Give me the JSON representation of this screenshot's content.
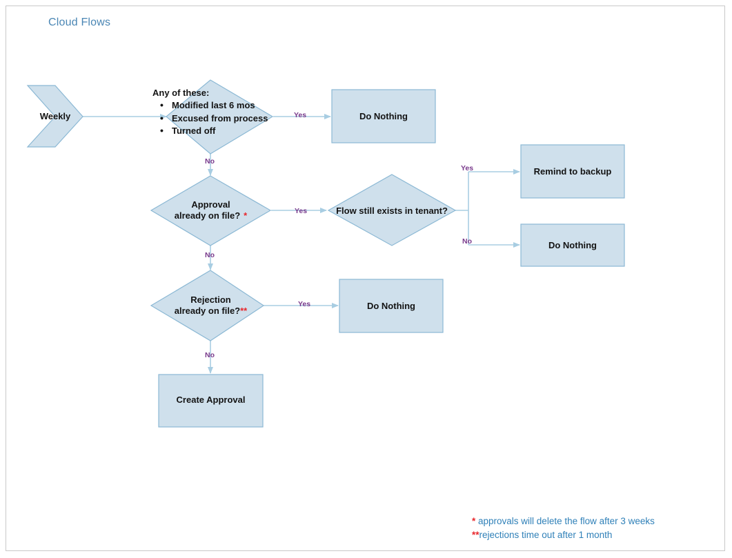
{
  "title": "Cloud Flows",
  "colors": {
    "shape_fill": "#cfe0ec",
    "shape_stroke": "#8bb8d4",
    "connector": "#a8cde2",
    "edge_label": "#7a3a8c",
    "title": "#4a86b4",
    "asterisk": "#e8272c",
    "footnote": "#2f80b8",
    "page_border": "#c8c8c8",
    "node_text": "#131313"
  },
  "nodes": {
    "start": {
      "label": "Weekly",
      "shape": "chevron"
    },
    "criteria_decision": {
      "shape": "diamond",
      "heading": "Any of these:",
      "bullets": [
        "Modified last 6 mos",
        "Excused from process",
        "Turned off"
      ]
    },
    "do_nothing_1": {
      "label": "Do Nothing",
      "shape": "rect"
    },
    "approval_decision": {
      "shape": "diamond",
      "line1": "Approval",
      "line2": "already on file?",
      "marker": "*"
    },
    "flow_exists_decision": {
      "shape": "diamond",
      "label": "Flow still exists in tenant?"
    },
    "remind_to_backup": {
      "label": "Remind to backup",
      "shape": "rect"
    },
    "do_nothing_2": {
      "label": "Do Nothing",
      "shape": "rect"
    },
    "rejection_decision": {
      "shape": "diamond",
      "line1": "Rejection",
      "line2": "already on file?",
      "marker": "**"
    },
    "do_nothing_3": {
      "label": "Do Nothing",
      "shape": "rect"
    },
    "create_approval": {
      "label": "Create Approval",
      "shape": "rect"
    }
  },
  "edges": {
    "criteria_yes": "Yes",
    "criteria_no": "No",
    "approval_yes": "Yes",
    "approval_no": "No",
    "flow_exists_yes": "Yes",
    "flow_exists_no": "No",
    "rejection_yes": "Yes",
    "rejection_no": "No"
  },
  "footnotes": {
    "one_marker": "*",
    "one_text": " approvals will delete the flow after 3 weeks",
    "two_marker": "**",
    "two_text": "rejections time out after 1 month"
  }
}
